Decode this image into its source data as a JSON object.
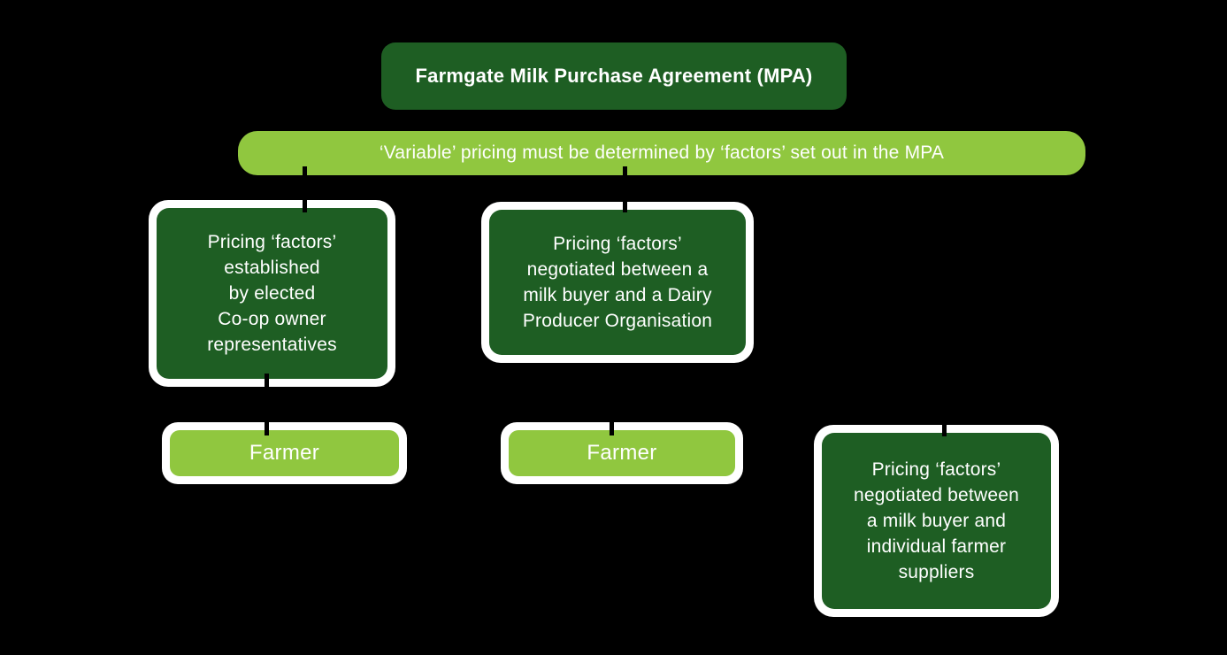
{
  "background_color": "#000000",
  "palette": {
    "dark_green": "#1E5E23",
    "light_green": "#90C73F",
    "border_white": "#FFFFFF",
    "text_white": "#FFFFFF"
  },
  "header": {
    "title": "Farmgate Milk Purchase Agreement (MPA)"
  },
  "subtitle_bar": {
    "text": "‘Variable’ pricing must be determined by ‘factors’ set out in the MPA"
  },
  "boxes": {
    "coop": {
      "text": "Pricing ‘factors’\nestablished\nby elected\nCo-op owner\nrepresentatives"
    },
    "dpo": {
      "text": "Pricing ‘factors’\nnegotiated between a\nmilk buyer and a Dairy\nProducer Organisation"
    },
    "individual": {
      "text": "Pricing ‘factors’\nnegotiated between\na milk buyer and\nindividual farmer\nsuppliers"
    },
    "farmer_left": {
      "text": "Farmer"
    },
    "farmer_middle": {
      "text": "Farmer"
    }
  }
}
